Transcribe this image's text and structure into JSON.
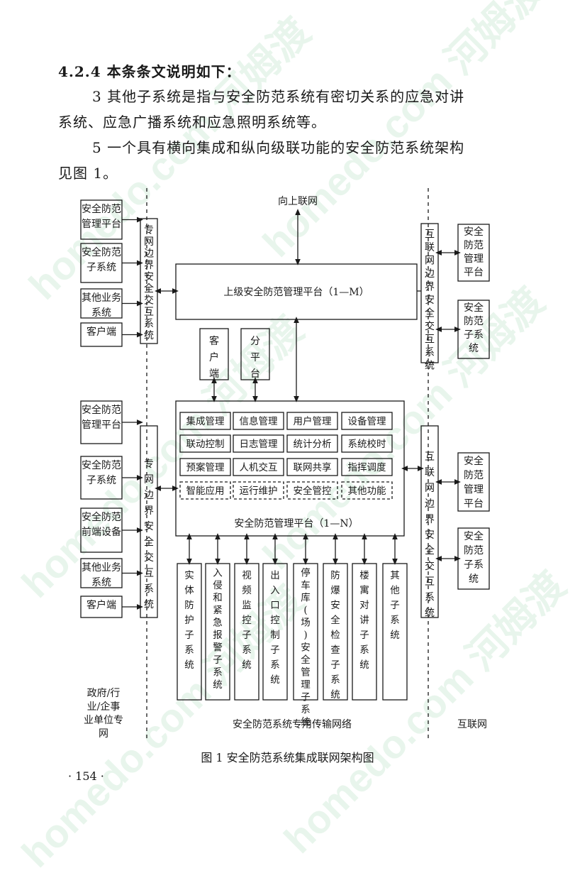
{
  "text": {
    "p1": "4.2.4  本条条文说明如下：",
    "p2a": "3  其他子系统是指与安全防范系统有密切关系的应急对讲",
    "p2b": "系统、应急广播系统和应急照明系统等。",
    "p3a": "5  一个具有横向集成和纵向级联功能的安全防范系统架构",
    "p3b": "见图 1。"
  },
  "diagram": {
    "top_label": "向上联网",
    "upper_platform": "上级安全防范管理平台（1—M）",
    "main_platform": "安全防范管理平台（1—N）",
    "client": "客户端",
    "sub_platform": "分平台",
    "functions": [
      "集成管理",
      "信息管理",
      "用户管理",
      "设备管理",
      "联动控制",
      "日志管理",
      "统计分析",
      "系统校时",
      "预案管理",
      "人机交互",
      "联网共享",
      "指挥调度",
      "智能应用",
      "运行维护",
      "安全管控",
      "其他功能"
    ],
    "left_top": [
      "安全防范管理平台",
      "安全防范子系统",
      "其他业务系统",
      "客户端"
    ],
    "left_bottom": [
      "安全防范管理平台",
      "安全防范子系统",
      "安全防范前端设备",
      "其他业务系统",
      "客户端"
    ],
    "left_gateway": "专网边界安全交互系统",
    "right_gateway": "互联网边界安全交互系统",
    "right_top": [
      "安全防范管理平台",
      "安全防范子系统"
    ],
    "right_bottom": [
      "安全防范管理平台",
      "安全防范子系统"
    ],
    "subsystems": [
      "实体防护子系统",
      "入侵和紧急报警子系统",
      "视频监控子系统",
      "出入口控制子系统",
      "停车库(场)安全管理子系统",
      "防爆安全检查子系统",
      "楼寓对讲子系统",
      "其他子系统"
    ],
    "left_zone": "政府/行业/企事业单位专网",
    "network": "安全防范系统专用传输网络",
    "internet": "互联网"
  },
  "caption": "图 1   安全防范系统集成联网架构图",
  "page_number": "· 154 ·",
  "watermark": "homedo.com 河姆渡"
}
